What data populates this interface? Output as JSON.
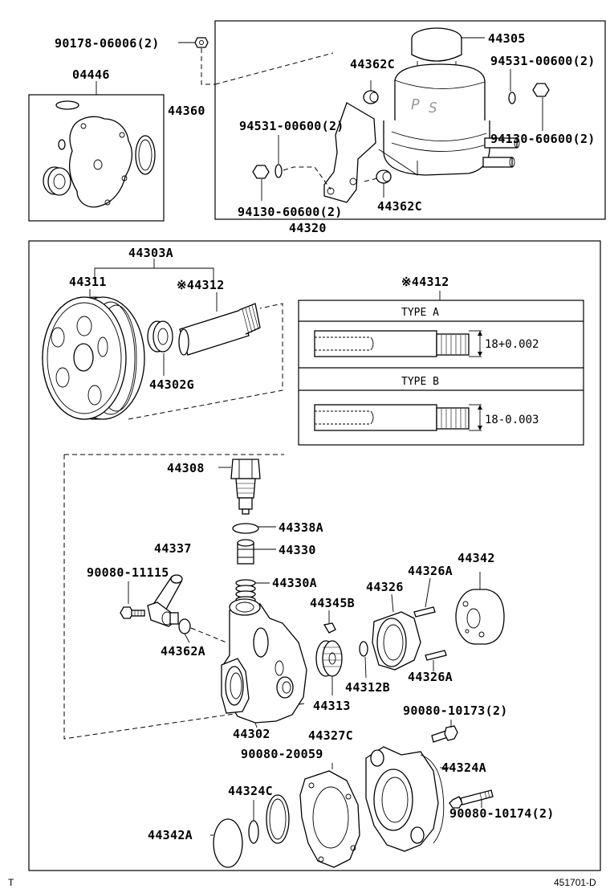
{
  "labels": {
    "p90178": "90178-06006(2)",
    "p04446": "04446",
    "p44360": "44360",
    "p44362c_top": "44362C",
    "p44305": "44305",
    "p94531_r": "94531-00600(2)",
    "p94531_l": "94531-00600(2)",
    "p94130_r": "94130-60600(2)",
    "p94130_l": "94130-60600(2)",
    "p44362c_bot": "44362C",
    "p44320": "44320",
    "p44303a": "44303A",
    "p44311": "44311",
    "p44312_a": "※44312",
    "p44302g": "44302G",
    "p44312_b": "※44312",
    "p44308": "44308",
    "p44338a": "44338A",
    "p44337": "44337",
    "p44330": "44330",
    "p90080_11115": "90080-11115",
    "p44330a": "44330A",
    "p44345b": "44345B",
    "p44326": "44326",
    "p44326a_top": "44326A",
    "p44342": "44342",
    "p44362a": "44362A",
    "p44312b": "44312B",
    "p44326a_bot": "44326A",
    "p44313": "44313",
    "p90080_10173": "90080-10173(2)",
    "p44302": "44302",
    "p44327c": "44327C",
    "p90080_20059": "90080-20059",
    "p44324a": "44324A",
    "p44324c": "44324C",
    "p90080_10174": "90080-10174(2)",
    "p44342a": "44342A"
  },
  "type_table": {
    "type_a": "TYPE A",
    "type_b": "TYPE B",
    "dim_a": "18+0.002",
    "dim_b": "18-0.003"
  },
  "footer": {
    "left_mark": "T",
    "ref": "451701-D"
  }
}
